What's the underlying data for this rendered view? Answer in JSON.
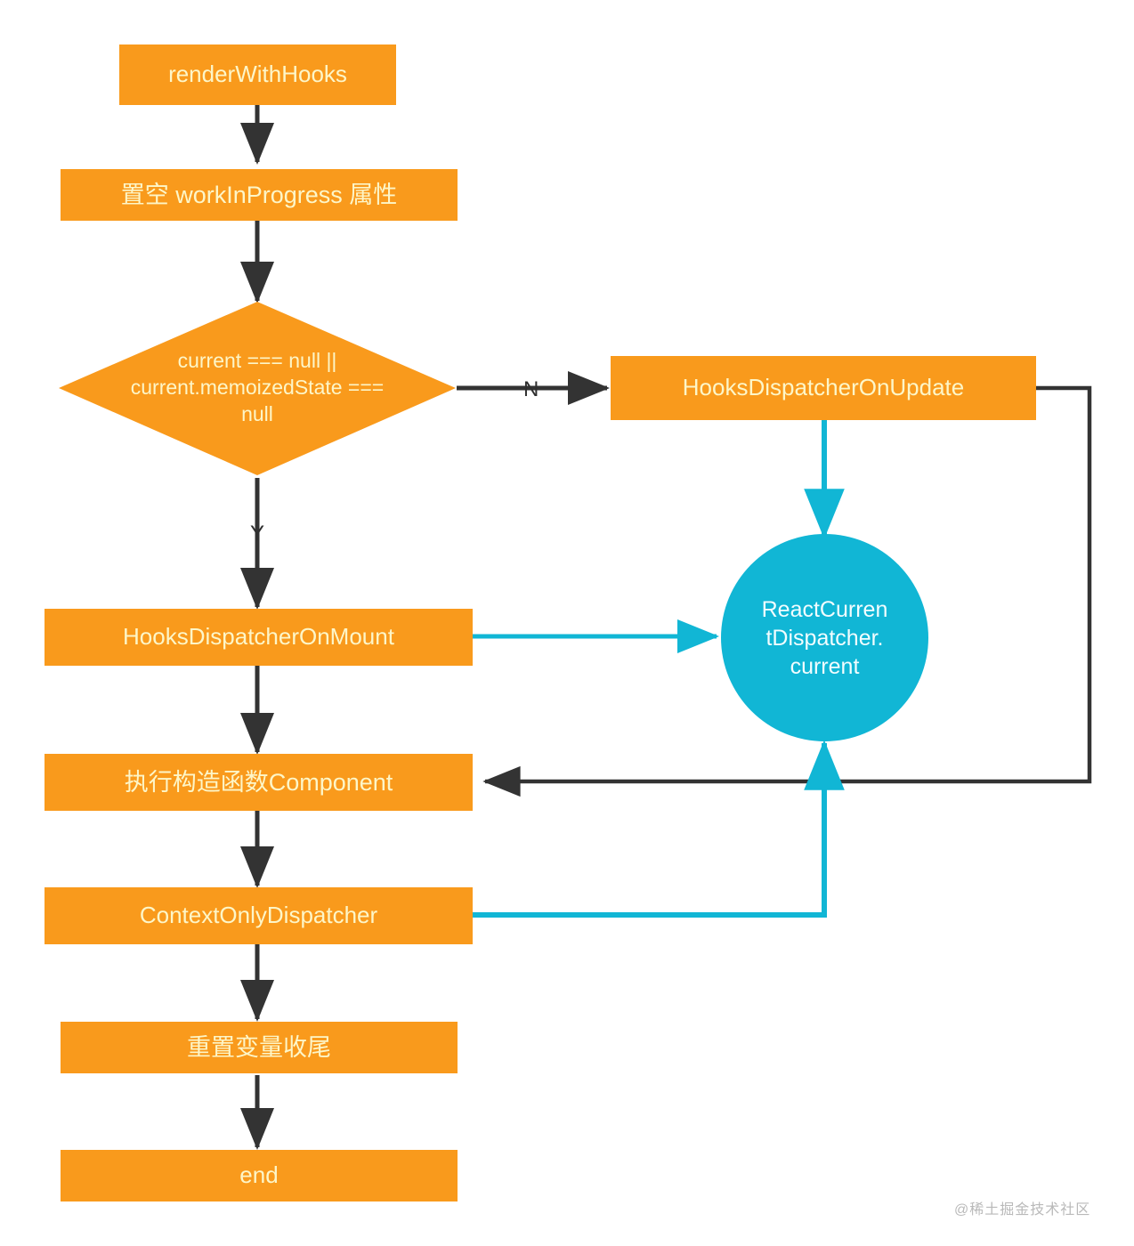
{
  "diagram": {
    "title": "renderWithHooks flowchart",
    "colors": {
      "node_fill": "#f99a1c",
      "node_text": "#fdf6c8",
      "circle_fill": "#11b6d5",
      "circle_text": "#f2fdff",
      "arrow_dark": "#333333",
      "arrow_cyan": "#11b6d5",
      "background": "#ffffff",
      "watermark": "#b9b9b9"
    },
    "nodes": {
      "start": {
        "label": "renderWithHooks",
        "shape": "rect"
      },
      "reset_wip": {
        "label": "置空 workInProgress 属性",
        "shape": "rect"
      },
      "decision": {
        "label": "current === null ||\ncurrent.memoizedState ===\nnull",
        "shape": "diamond"
      },
      "on_update": {
        "label": "HooksDispatcherOnUpdate",
        "shape": "rect"
      },
      "on_mount": {
        "label": "HooksDispatcherOnMount",
        "shape": "rect"
      },
      "dispatcher_current": {
        "label": "ReactCurren\ntDispatcher.\ncurrent",
        "shape": "circle"
      },
      "run_component": {
        "label": "执行构造函数Component",
        "shape": "rect"
      },
      "context_only": {
        "label": "ContextOnlyDispatcher",
        "shape": "rect"
      },
      "cleanup": {
        "label": "重置变量收尾",
        "shape": "rect"
      },
      "end": {
        "label": "end",
        "shape": "rect"
      }
    },
    "edge_labels": {
      "no_branch": "N",
      "yes_branch": "Y"
    },
    "watermark": "@稀土掘金技术社区"
  }
}
